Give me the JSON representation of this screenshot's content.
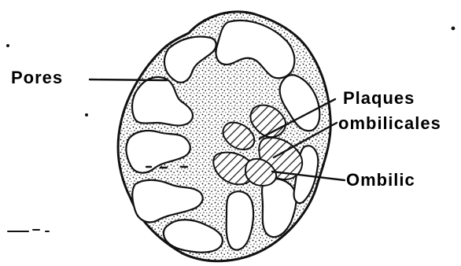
{
  "diagram": {
    "labels": {
      "pores": "Pores",
      "plaques_line1": "Plaques",
      "plaques_line2": "ombilicales",
      "ombilic": "Ombilic"
    },
    "colors": {
      "ink": "#111111",
      "paper": "#ffffff"
    }
  }
}
